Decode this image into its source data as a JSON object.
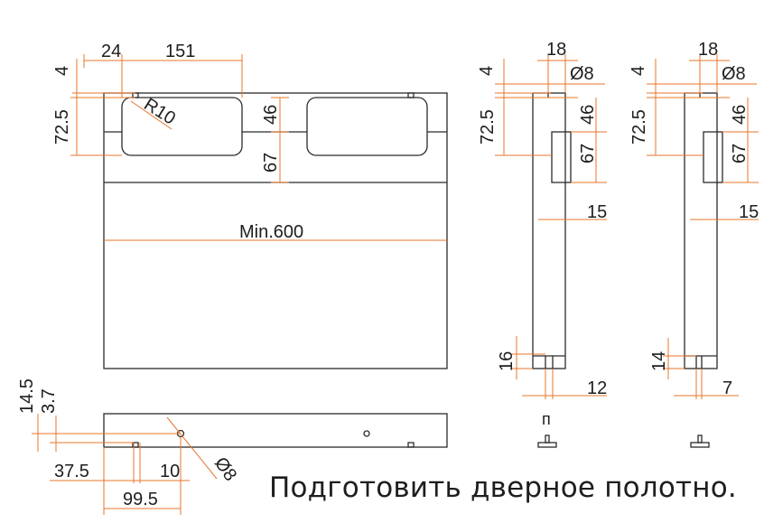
{
  "caption": "Подготовить дверное полотно.",
  "front_view": {
    "dim_24": "24",
    "dim_151": "151",
    "dim_4": "4",
    "dim_72_5": "72.5",
    "radius": "R10",
    "dim_46": "46",
    "dim_67": "67",
    "min_width": "Min.600"
  },
  "side_view_a": {
    "dim_18": "18",
    "dim_4": "4",
    "hole": "Ø8",
    "dim_72_5": "72.5",
    "dim_46": "46",
    "dim_67": "67",
    "dim_15": "15",
    "dim_16": "16",
    "dim_12": "12",
    "profile_glyph": "п"
  },
  "side_view_b": {
    "dim_18": "18",
    "dim_4": "4",
    "hole": "Ø8",
    "dim_72_5": "72.5",
    "dim_46": "46",
    "dim_67": "67",
    "dim_15": "15",
    "dim_14": "14",
    "dim_7": "7"
  },
  "bottom_view": {
    "dim_14_5": "14.5",
    "dim_3_7": "3.7",
    "dim_37_5": "37.5",
    "dim_10": "10",
    "hole": "Ø8",
    "dim_99_5": "99.5"
  },
  "colors": {
    "outline": "#2b2b2b",
    "dimension": "#e8742a",
    "text": "#1e1e1e"
  }
}
